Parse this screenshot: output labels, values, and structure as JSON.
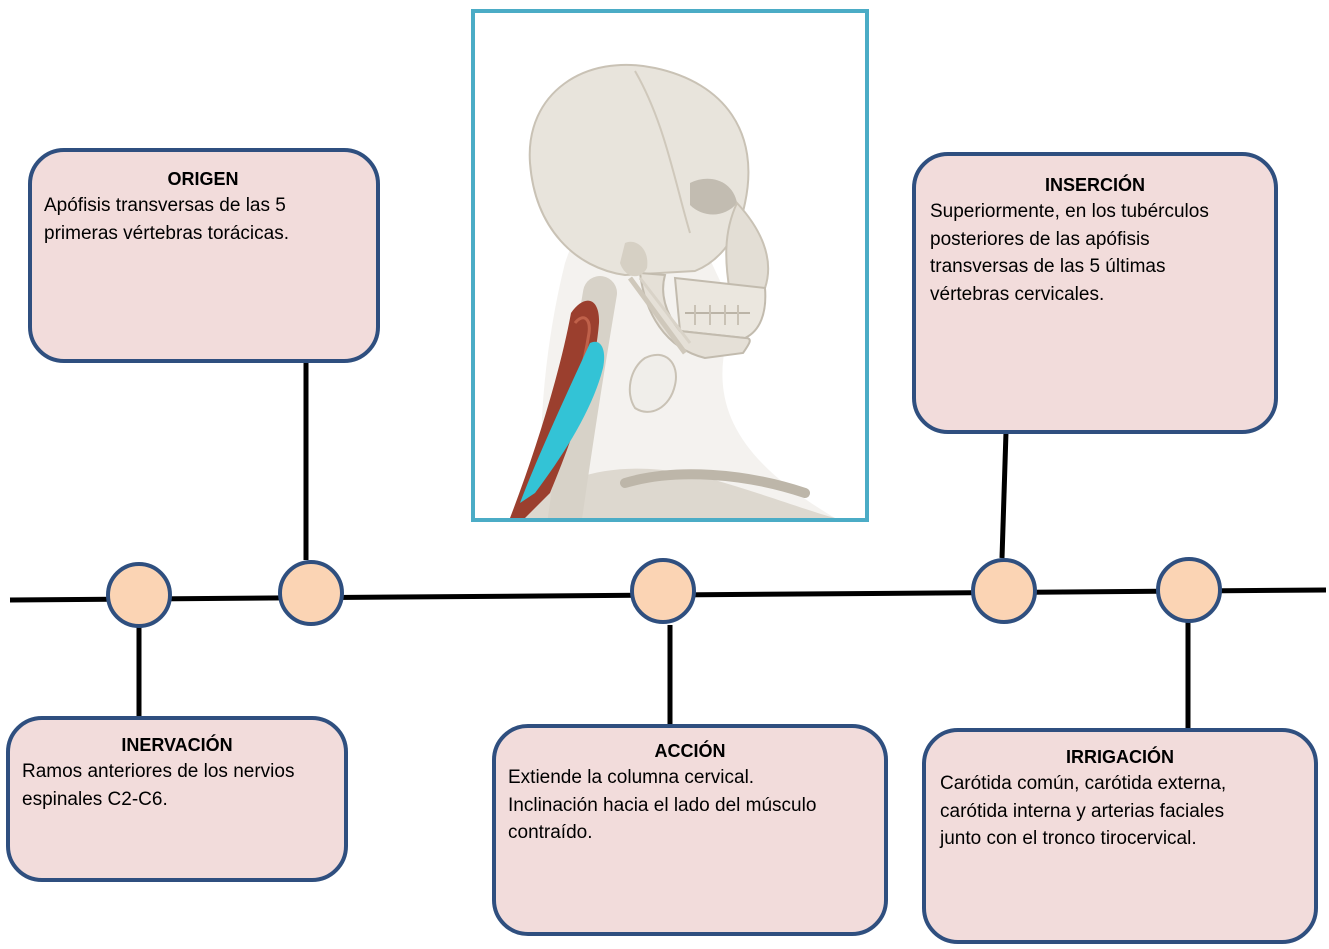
{
  "colors": {
    "box_fill": "#f2dcdb",
    "box_border": "#2f4f7f",
    "node_fill": "#fbd4b4",
    "frame_border": "#4bacc6",
    "line": "#000000",
    "muscle_highlight": "#33c3d6"
  },
  "image": {
    "description_icon": "neck-anatomy-illustration"
  },
  "boxes": {
    "origen": {
      "title": "ORIGEN",
      "lines": [
        "Apófisis transversas de las 5",
        "primeras vértebras torácicas."
      ]
    },
    "insercion": {
      "title": "INSERCIÓN",
      "lines": [
        "Superiormente, en los tubérculos",
        "posteriores de las apófisis",
        "transversas de las 5 últimas",
        "vértebras cervicales."
      ]
    },
    "inervacion": {
      "title": "INERVACIÓN",
      "lines": [
        "Ramos anteriores de los nervios",
        "espinales C2-C6."
      ]
    },
    "accion": {
      "title": "ACCIÓN",
      "lines": [
        "Extiende la columna cervical.",
        "Inclinación hacia el lado del músculo",
        "contraído."
      ]
    },
    "irrigacion": {
      "title": "IRRIGACIÓN",
      "lines": [
        "Carótida común, carótida externa,",
        "carótida interna y arterias faciales",
        "junto con el tronco tirocervical."
      ]
    }
  }
}
